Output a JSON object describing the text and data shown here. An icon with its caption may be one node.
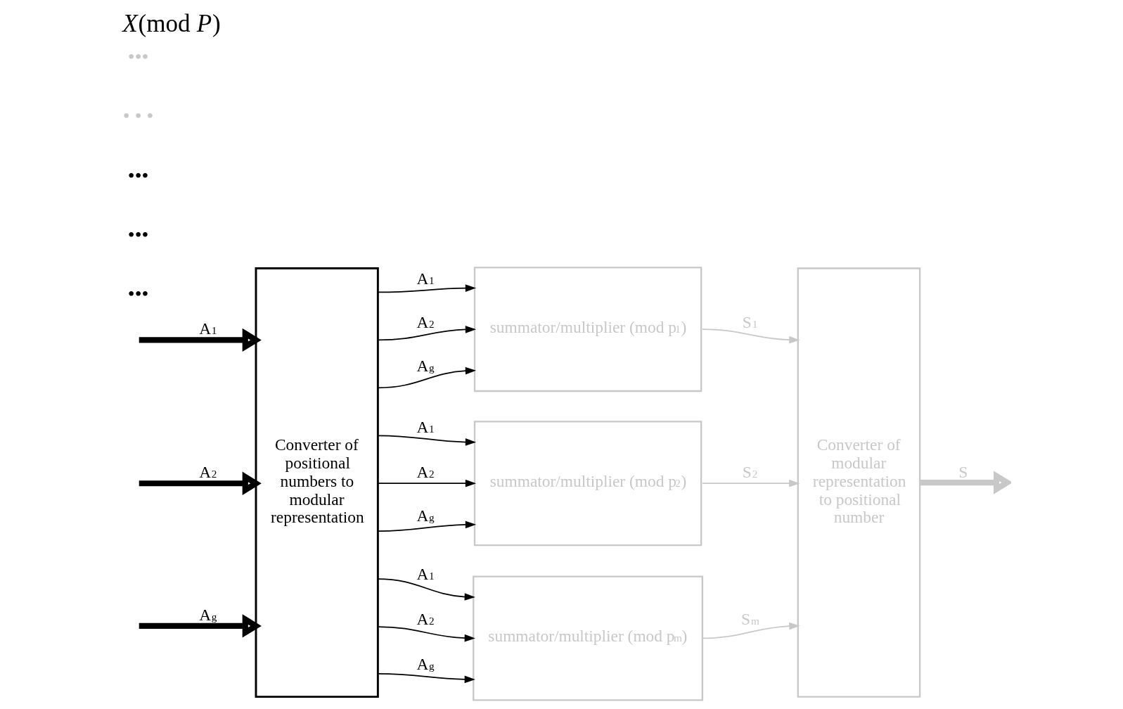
{
  "diagram": {
    "title": "*X*(mod *P*)",
    "nodes": [
      {
        "text": [
          "Converter of positional numbers to modular representation"
        ]
      },
      {
        "text": [
          "summator/multiplier (mod p$_{1}$)"
        ]
      },
      {
        "text": [
          "summator/multiplier (mod p$_{2}$)"
        ]
      },
      {
        "text": [
          "summator/multiplier (mod p$_{m}$)"
        ]
      },
      {
        "text": [
          "Converter of modular representation to positional number"
        ]
      }
    ],
    "edges": [
      {
        "from": null,
        "to": 0,
        "arrow": "to",
        "label": "A$_{1}$",
        "style": "thick"
      },
      {
        "from": null,
        "to": 0,
        "arrow": "to",
        "label": "A$_{2}$",
        "style": "thick"
      },
      {
        "from": null,
        "to": 0,
        "arrow": "to",
        "label": "A$_{g}$",
        "style": "thick"
      },
      {
        "from": 0,
        "to": 1,
        "arrow": "to",
        "label": "A$_{1}$"
      },
      {
        "from": 0,
        "to": 1,
        "arrow": "to",
        "label": "A$_{2}$"
      },
      {
        "from": 0,
        "to": 1,
        "arrow": "to",
        "label": "A$_{g}$"
      },
      {
        "from": 0,
        "to": 2,
        "arrow": "to",
        "label": "A$_{1}$"
      },
      {
        "from": 0,
        "to": 2,
        "arrow": "to",
        "label": "A$_{2}$"
      },
      {
        "from": 0,
        "to": 2,
        "arrow": "to",
        "label": "A$_{g}$"
      },
      {
        "from": 0,
        "to": 3,
        "arrow": "to",
        "label": "A$_{1}$"
      },
      {
        "from": 0,
        "to": 3,
        "arrow": "to",
        "label": "A$_{2}$"
      },
      {
        "from": 0,
        "to": 3,
        "arrow": "to",
        "label": "A$_{g}$"
      },
      {
        "from": 1,
        "to": 4,
        "arrow": "to",
        "label": "S$_{1}$",
        "color": "#c8c8c8"
      },
      {
        "from": 2,
        "to": 4,
        "arrow": "to",
        "label": "S$_{2}$",
        "color": "#c8c8c8"
      },
      {
        "from": 3,
        "to": 4,
        "arrow": "to",
        "label": "S$_{m}$",
        "color": "#c8c8c8"
      },
      {
        "from": 4,
        "to": null,
        "arrow": "to",
        "label": "S",
        "style": "thick",
        "color": "#c8c8c8"
      }
    ],
    "labels": [
      "•••",
      "•••",
      "•••",
      "• • •",
      "•••"
    ]
  }
}
